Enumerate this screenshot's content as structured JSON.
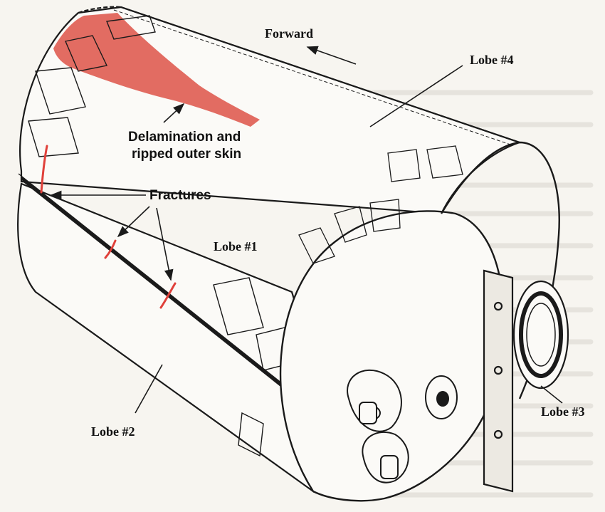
{
  "labels": {
    "forward": "Forward",
    "lobe4": "Lobe #4",
    "lobe1": "Lobe #1",
    "lobe2": "Lobe #2",
    "lobe3": "Lobe #3",
    "delamination_line1": "Delamination and",
    "delamination_line2": "ripped outer skin",
    "fractures": "Fractures"
  },
  "colors": {
    "damage_highlight": "#e06055",
    "fracture_line": "#e0403a",
    "ink": "#1a1a1a",
    "paper": "#f7f5f0"
  }
}
